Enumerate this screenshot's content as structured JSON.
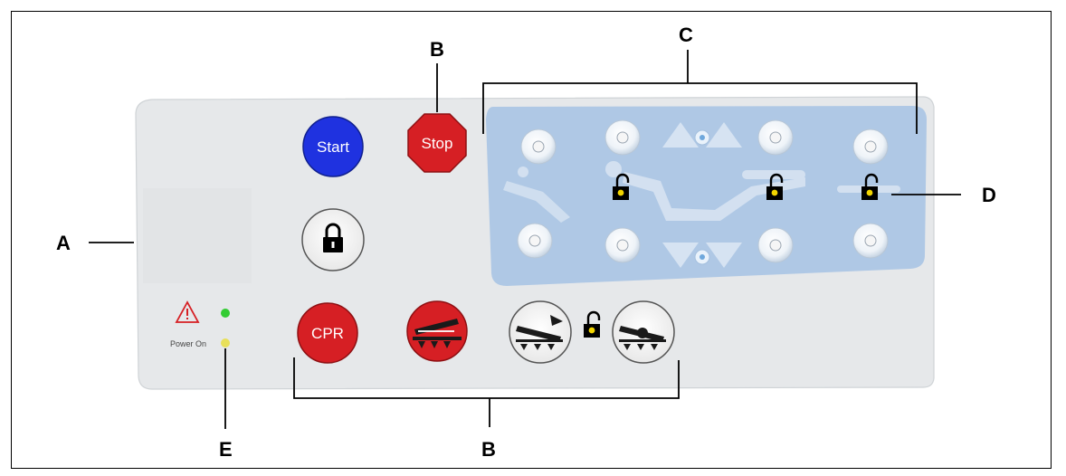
{
  "callouts": {
    "a": "A",
    "b_top": "B",
    "b_bottom": "B",
    "c": "C",
    "d": "D",
    "e": "E"
  },
  "buttons": {
    "start": "Start",
    "stop": "Stop",
    "cpr": "CPR"
  },
  "indicators": {
    "power_on": "Power On"
  },
  "colors": {
    "panel": "#e6e8ea",
    "blue_zone": "#a9c4e4",
    "start": "#1f32e0",
    "red": "#d61f24",
    "lock_yellow": "#f2d500",
    "led_green": "#33cc33",
    "led_yellow": "#e8e05a"
  },
  "icons": {
    "lock": "lock-icon",
    "unlock": "unlock-icon",
    "warning": "warning-triangle-icon",
    "bed_position": "bed-position-icon",
    "tilt": "tilt-icon",
    "arrow_up": "arrow-up-icon",
    "arrow_down": "arrow-down-icon"
  }
}
